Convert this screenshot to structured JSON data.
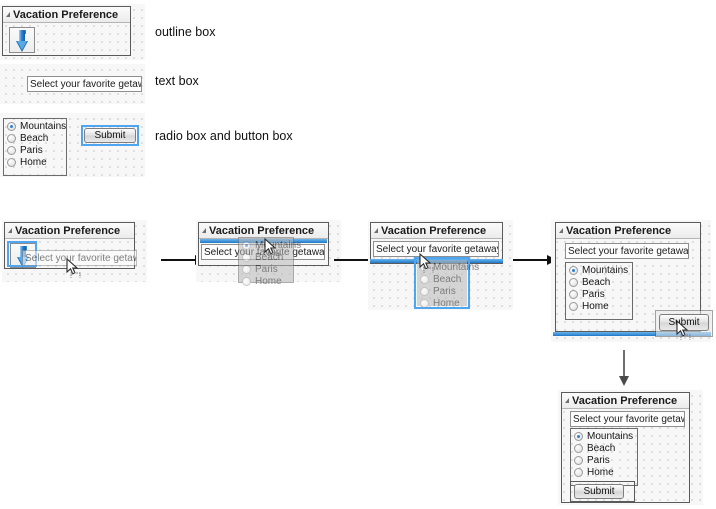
{
  "legend": {
    "outline_box": "outline box",
    "text_box": "text box",
    "radio_and_button": "radio box and button box"
  },
  "widgets": {
    "panel_title": "Vacation Preference",
    "prompt_text": "Select your favorite getaway.",
    "radio_options": [
      {
        "label": "Mountains",
        "selected": true
      },
      {
        "label": "Beach",
        "selected": false
      },
      {
        "label": "Paris",
        "selected": false
      },
      {
        "label": "Home",
        "selected": false
      }
    ],
    "submit_label": "Submit"
  },
  "icons": {
    "panel_collapse": "triangle-icon",
    "drop_target": "blue-down-arrow-icon",
    "pointer": "mouse-cursor-icon",
    "flow": "arrow-right-icon",
    "flow_down": "arrow-down-icon"
  },
  "colors": {
    "accent_blue": "#2f7fd0",
    "selection_blue": "#4ea6f0",
    "insert_line": "#1f78c8",
    "canvas": "#f7f7f7",
    "grid_dot": "#d6d6d6",
    "panel_border": "#5a5a5a"
  },
  "steps": [
    {
      "id": "step-1",
      "caption": ""
    },
    {
      "id": "step-2",
      "caption": ""
    },
    {
      "id": "step-3",
      "caption": ""
    },
    {
      "id": "step-4",
      "caption": ""
    },
    {
      "id": "step-5",
      "caption": ""
    }
  ]
}
